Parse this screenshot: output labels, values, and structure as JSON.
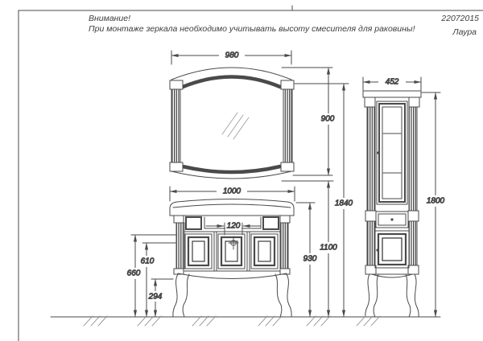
{
  "header": {
    "attention_title": "Внимание!",
    "attention_note": "При монтаже зеркала необходимо учитывать высоту смесителя для раковины!",
    "doc_number": "22072015",
    "model_name": "Лаура"
  },
  "dims": {
    "mirror_width": "980",
    "mirror_height": "900",
    "total_height": "1840",
    "mirror_bottom_height": "1100",
    "vanity_width": "1000",
    "counter_height": "930",
    "faucet_cutout_width": "120",
    "door_top_height": "660",
    "panel_top_height": "610",
    "leg_top_height": "294",
    "cabinet_width": "452",
    "cabinet_height": "1800"
  },
  "colors": {
    "line": "#4a4a4a",
    "text": "#3d3d3d",
    "hatch": "#8a8a8a",
    "background": "#ffffff"
  }
}
